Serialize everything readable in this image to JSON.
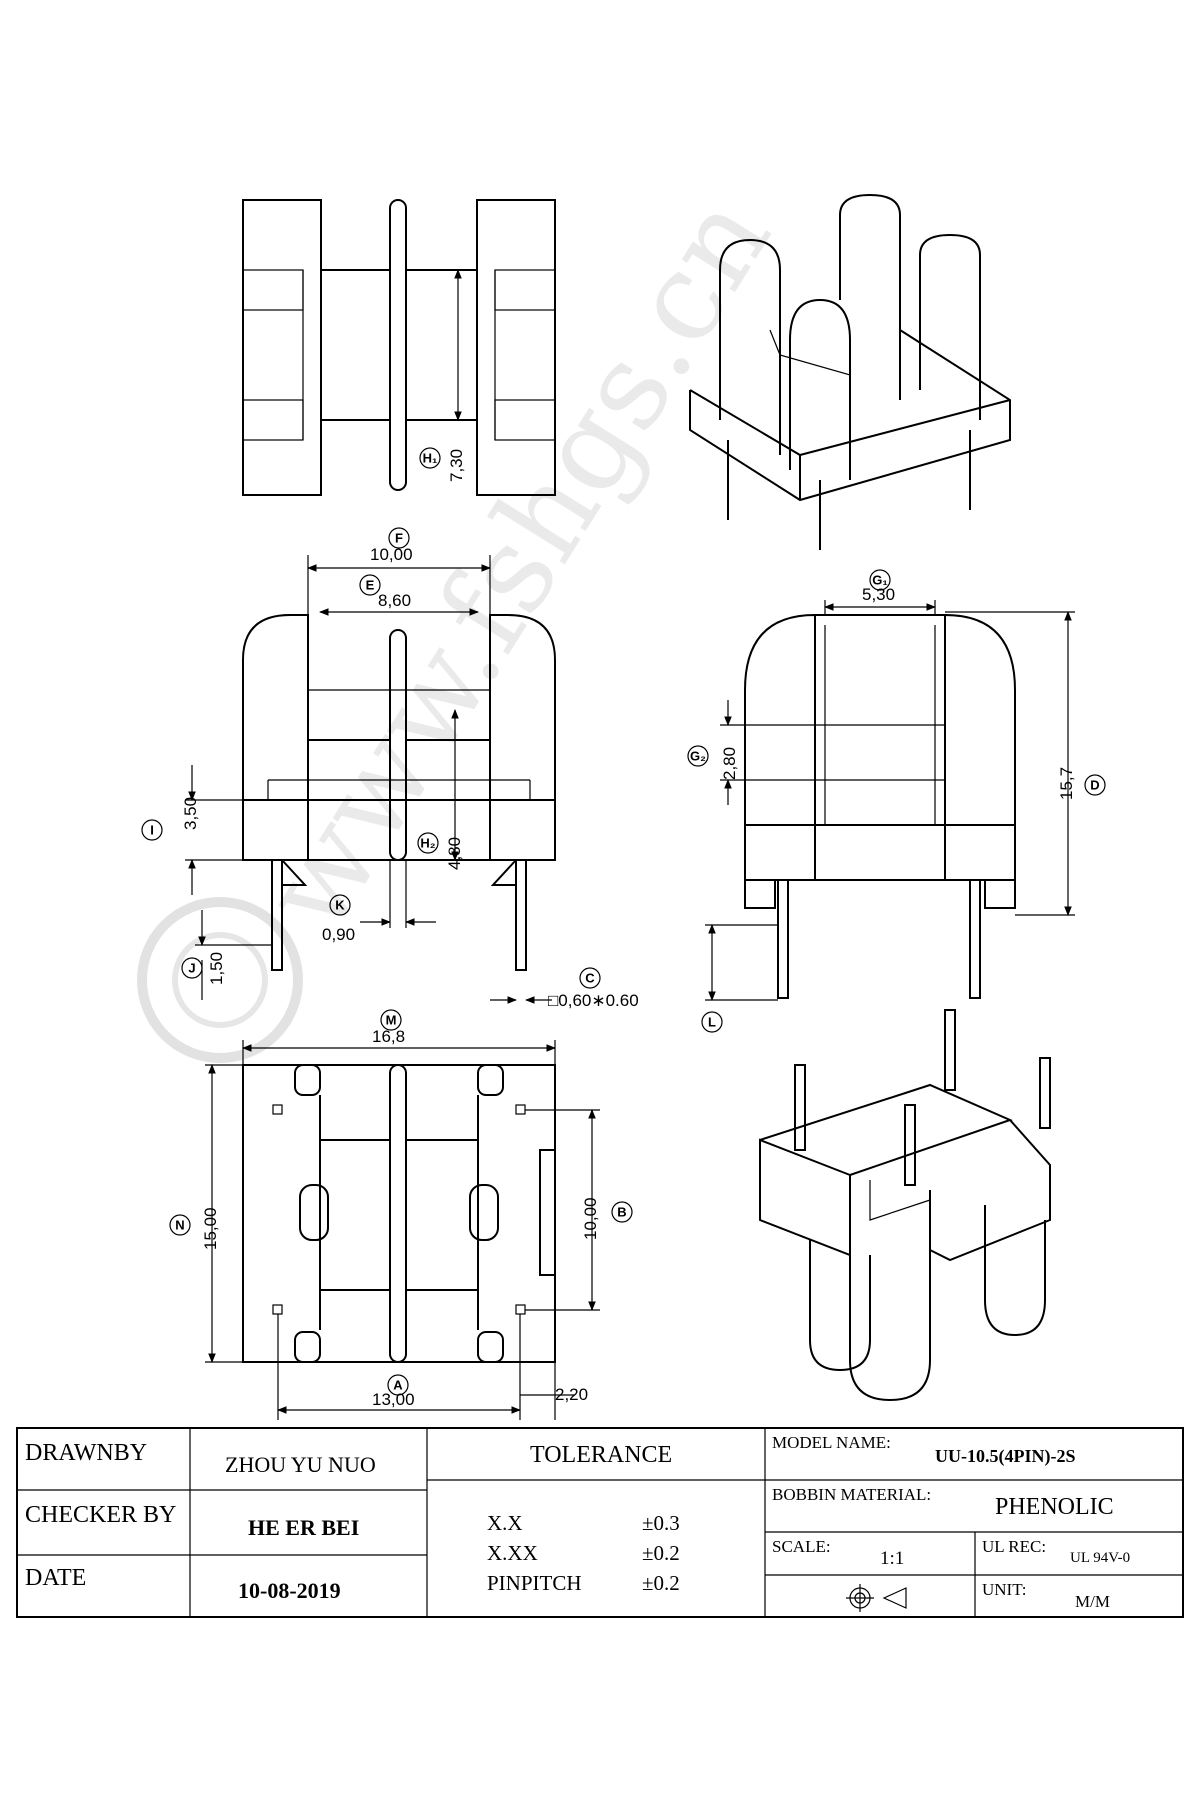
{
  "watermark": "www.fshgs.cn",
  "dimensions": {
    "h1": {
      "letter": "H₁",
      "value": "7,30"
    },
    "f": {
      "letter": "F",
      "value": "10,00"
    },
    "e": {
      "letter": "E",
      "value": "8,60"
    },
    "g1": {
      "letter": "G₁",
      "value": "5,30"
    },
    "g2": {
      "letter": "G₂",
      "value": "2,80"
    },
    "d": {
      "letter": "D",
      "value": "15,7"
    },
    "i": {
      "letter": "I",
      "value": "3,50"
    },
    "h2": {
      "letter": "H₂",
      "value": "4,80"
    },
    "k": {
      "letter": "K",
      "value": "0,90"
    },
    "j": {
      "letter": "J",
      "value": "1,50"
    },
    "c": {
      "letter": "C",
      "value": "□0,60∗0.60"
    },
    "l": {
      "letter": "L",
      "value": ""
    },
    "m": {
      "letter": "M",
      "value": "16,8"
    },
    "n": {
      "letter": "N",
      "value": "15,00"
    },
    "b": {
      "letter": "B",
      "value": "10,00"
    },
    "a": {
      "letter": "A",
      "value": "13,00"
    },
    "a2": {
      "value": "2,20"
    }
  },
  "title_block": {
    "drawn_by_label": "DRAWNBY",
    "drawn_by_value": "ZHOU YU NUO",
    "checker_label": "CHECKER BY",
    "checker_value": "HE ER BEI",
    "date_label": "DATE",
    "date_value": "10-08-2019",
    "tolerance_label": "TOLERANCE",
    "tolerances": [
      {
        "name": "X.X",
        "value": "±0.3"
      },
      {
        "name": "X.XX",
        "value": "±0.2"
      },
      {
        "name": "PINPITCH",
        "value": "±0.2"
      }
    ],
    "model_label": "MODEL NAME:",
    "model_value": "UU-10.5(4PIN)-2S",
    "material_label": "BOBBIN MATERIAL:",
    "material_value": "PHENOLIC",
    "scale_label": "SCALE:",
    "scale_value": "1:1",
    "ul_label": "UL REC:",
    "ul_value": "UL 94V-0",
    "unit_label": "UNIT:",
    "unit_value": "M/M"
  }
}
